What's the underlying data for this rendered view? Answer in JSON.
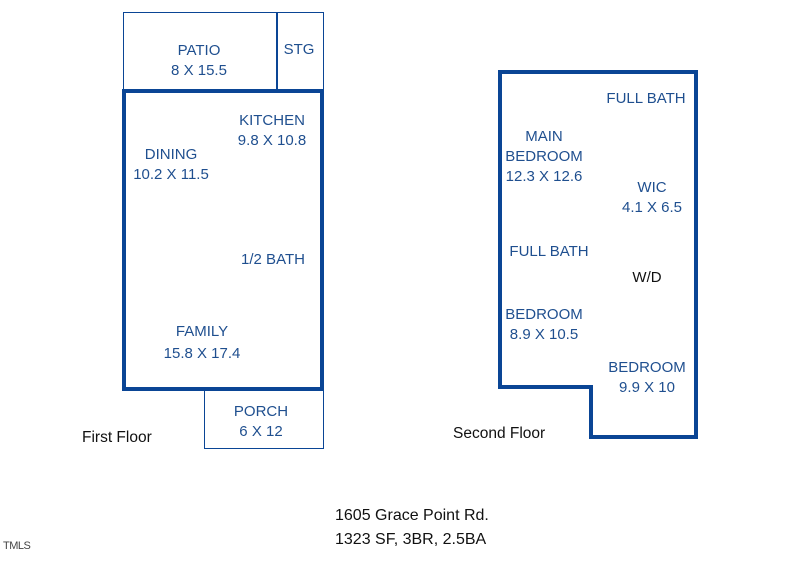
{
  "first_floor": {
    "label": "First Floor",
    "rooms": [
      {
        "name": "PATIO",
        "dims": "8 X 15.5"
      },
      {
        "name": "STG",
        "dims": ""
      },
      {
        "name": "KITCHEN",
        "dims": "9.8 X 10.8"
      },
      {
        "name": "DINING",
        "dims": "10.2 X 11.5"
      },
      {
        "name": "1/2 BATH",
        "dims": ""
      },
      {
        "name": "FAMILY",
        "dims": "15.8 X 17.4"
      },
      {
        "name": "PORCH",
        "dims": "6 X 12"
      }
    ]
  },
  "second_floor": {
    "label": "Second Floor",
    "rooms": [
      {
        "name": "FULL BATH",
        "dims": ""
      },
      {
        "name": "MAIN BEDROOM",
        "line1": "MAIN",
        "line2": "BEDROOM",
        "dims": "12.3 X 12.6"
      },
      {
        "name": "WIC",
        "dims": "4.1 X 6.5"
      },
      {
        "name": "FULL BATH",
        "dims": ""
      },
      {
        "name": "W/D",
        "dims": ""
      },
      {
        "name": "BEDROOM",
        "dims": "8.9 X 10.5"
      },
      {
        "name": "BEDROOM",
        "dims": "9.9 X 10"
      }
    ]
  },
  "footer": {
    "address": "1605 Grace Point Rd.",
    "summary": "1323 SF, 3BR, 2.5BA",
    "watermark": "TMLS"
  },
  "colors": {
    "outline": "#0a4595",
    "room_text": "#1f4f8f",
    "label_text": "#111111"
  }
}
